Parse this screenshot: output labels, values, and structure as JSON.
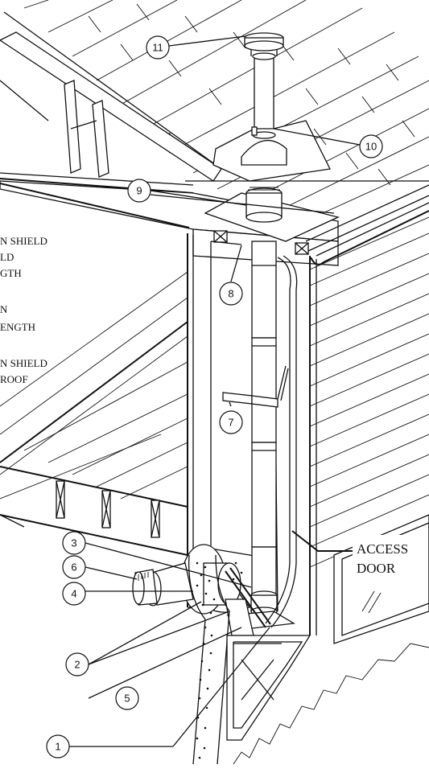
{
  "legend": {
    "lines": [
      "N SHIELD",
      "LD",
      "GTH",
      "N",
      "ENGTH",
      "N SHIELD",
      "ROOF"
    ]
  },
  "labels": {
    "access_door_line1": "ACCESS",
    "access_door_line2": "DOOR"
  },
  "callouts": [
    "1",
    "2",
    "3",
    "4",
    "5",
    "6",
    "7",
    "8",
    "9",
    "10",
    "11"
  ],
  "colors": {
    "ink": "#111111",
    "background": "#ffffff"
  }
}
